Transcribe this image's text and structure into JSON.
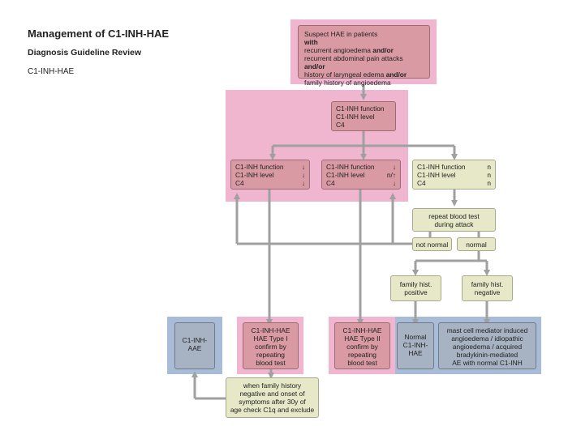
{
  "header": {
    "title": "Management of C1-INH-HAE",
    "subtitle": "Diagnosis Guideline Review",
    "label": "C1-INH-HAE"
  },
  "start": {
    "lead": "Suspect HAE in patients",
    "with": "with",
    "line1": "recurrent angioedema",
    "line1_join": "and/or",
    "line2": "recurrent abdominal pain attacks",
    "line2_join": "and/or",
    "line3": "history of laryngeal edema",
    "line3_join": "and/or",
    "line4": "family history of angioedema"
  },
  "test": {
    "l1": "C1-INH function",
    "l2": "C1-INH level",
    "l3": "C4"
  },
  "result_type1": {
    "rows": [
      {
        "label": "C1-INH function",
        "value": "↓"
      },
      {
        "label": "C1-INH level",
        "value": "↓"
      },
      {
        "label": "C4",
        "value": "↓"
      }
    ]
  },
  "result_type2": {
    "rows": [
      {
        "label": "C1-INH function",
        "value": "↓"
      },
      {
        "label": "C1-INH level",
        "value": "n/↑"
      },
      {
        "label": "C4",
        "value": "↓"
      }
    ]
  },
  "result_normal": {
    "rows": [
      {
        "label": "C1-INH function",
        "value": "n"
      },
      {
        "label": "C1-INH level",
        "value": "n"
      },
      {
        "label": "C4",
        "value": "n"
      }
    ]
  },
  "repeat": {
    "l1": "repeat blood test",
    "l2": "during attack"
  },
  "not_normal": "not normal",
  "normal": "normal",
  "fam_pos": {
    "l1": "family hist.",
    "l2": "positive"
  },
  "fam_neg": {
    "l1": "family hist.",
    "l2": "negative"
  },
  "aae": {
    "l1": "C1-INH-",
    "l2": "AAE"
  },
  "type1": {
    "l1": "C1-INH-HAE",
    "l2": "HAE Type I",
    "l3": "confirm by",
    "l4": "repeating",
    "l5": "blood test"
  },
  "type2": {
    "l1": "C1-INH-HAE",
    "l2": "HAE Type II",
    "l3": "confirm by",
    "l4": "repeating",
    "l5": "blood test"
  },
  "normal_c1": {
    "l1": "Normal",
    "l2": "C1-INH-",
    "l3": "HAE"
  },
  "mast": {
    "l1": "mast cell mediator induced",
    "l2": "angioedema / idiopathic",
    "l3": "angioedema / acquired",
    "l4": "bradykinin-mediated",
    "l5": "AE with normal C1-INH"
  },
  "family_note": {
    "l1": "when family history",
    "l2": "negative and onset of",
    "l3": "symptoms after 30y of",
    "l4": "age check C1q and exclude"
  },
  "colors": {
    "pink_panel": "#f0b6d0",
    "blue_panel": "#a8bcd8",
    "rose_box": "#d99aa4",
    "cream_box": "#e6e8c8",
    "slate_box": "#a7b3c2",
    "connector": "#a0a0a0"
  }
}
